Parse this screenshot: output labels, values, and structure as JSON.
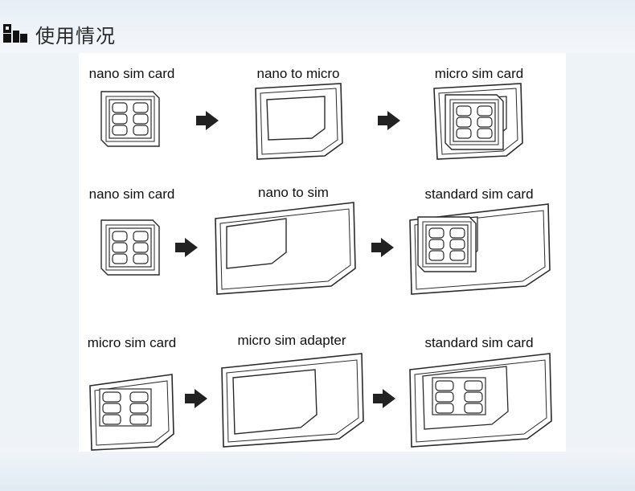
{
  "header": {
    "title": "使用情况",
    "icon": "grid-blocks-icon"
  },
  "colors": {
    "stroke": "#2b2b2b",
    "arrow": "#222222",
    "background": "#eef3f8"
  },
  "rows": [
    {
      "left": "nano sim card",
      "middle": "nano to micro",
      "right": "micro sim card"
    },
    {
      "left": "nano sim card",
      "middle": "nano to sim",
      "right": "standard sim card"
    },
    {
      "left": "micro sim card",
      "middle": "micro sim adapter",
      "right": "standard sim card"
    }
  ]
}
